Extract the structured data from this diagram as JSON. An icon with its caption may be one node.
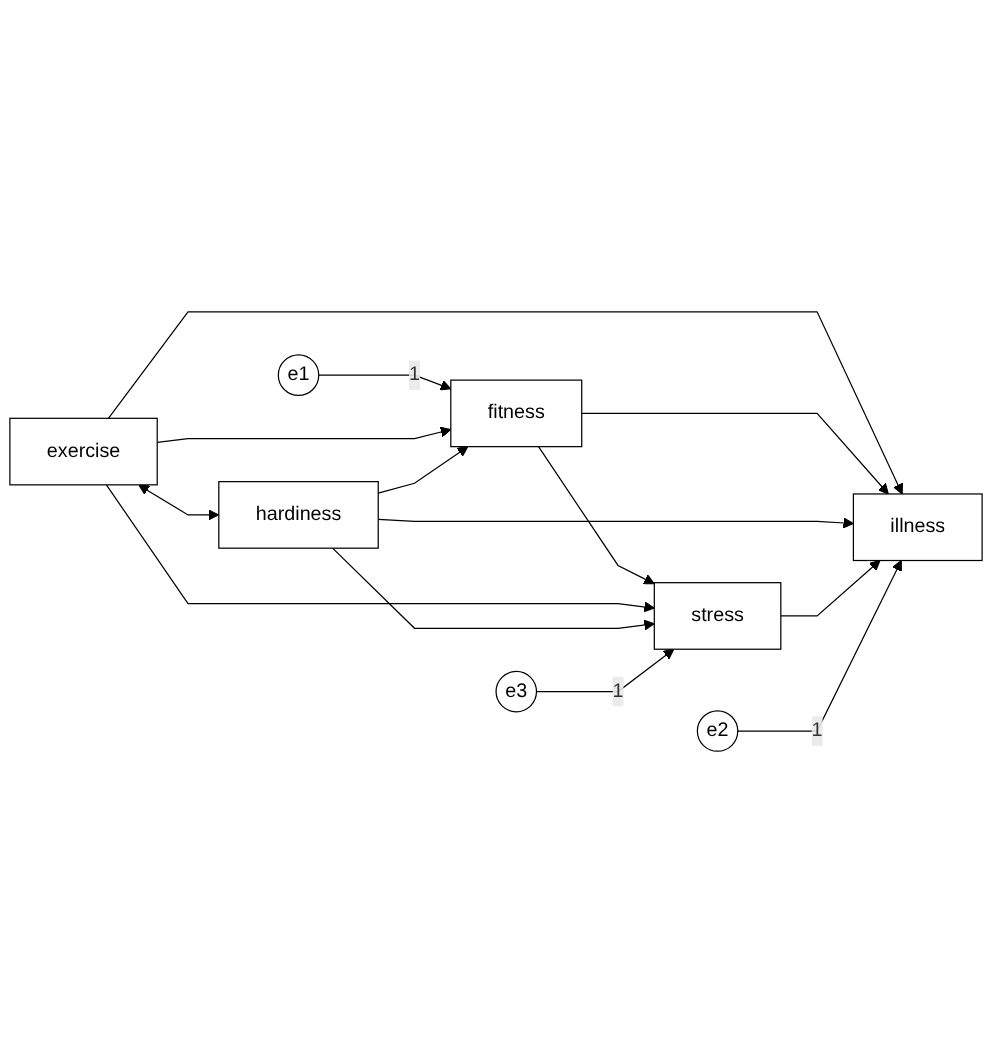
{
  "diagram": {
    "nodes": [
      {
        "text": [
          "e1"
        ]
      },
      {
        "text": [
          "fitness"
        ]
      },
      {
        "text": [
          "exercise"
        ]
      },
      {
        "text": [
          "e2"
        ]
      },
      {
        "text": [
          "illness"
        ]
      },
      {
        "text": [
          "hardiness"
        ]
      },
      {
        "text": [
          "stress"
        ]
      },
      {
        "text": [
          "e3"
        ]
      }
    ],
    "edges": [
      {
        "from": 0,
        "to": 1,
        "arrow": "to",
        "label": "1"
      },
      {
        "from": 2,
        "to": 1,
        "arrow": "to"
      },
      {
        "from": 5,
        "to": 1,
        "arrow": "to"
      },
      {
        "from": 2,
        "to": 4,
        "arrow": "to"
      },
      {
        "from": 1,
        "to": 4,
        "arrow": "to"
      },
      {
        "from": 5,
        "to": 4,
        "arrow": "to"
      },
      {
        "from": 6,
        "to": 4,
        "arrow": "to"
      },
      {
        "from": 3,
        "to": 4,
        "arrow": "to",
        "label": "1"
      },
      {
        "from": 1,
        "to": 6,
        "arrow": "to"
      },
      {
        "from": 2,
        "to": 6,
        "arrow": "to"
      },
      {
        "from": 5,
        "to": 6,
        "arrow": "to"
      },
      {
        "from": 7,
        "to": 6,
        "arrow": "to",
        "label": "1"
      },
      {
        "from": 2,
        "to": 5,
        "arrow": "both"
      }
    ]
  }
}
